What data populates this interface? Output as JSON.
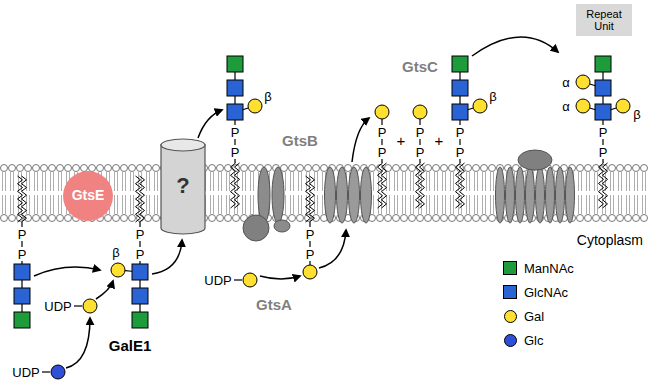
{
  "diagram": {
    "nodes": [
      {
        "text": [
          "GtsE"
        ]
      },
      {
        "text": [
          "?"
        ]
      },
      {
        "text": [
          "Repeat Unit"
        ]
      }
    ],
    "labels": [
      "GalE1",
      "UDP",
      "UDP",
      "P",
      "P",
      "P",
      "P",
      "β",
      "P",
      "P",
      "β",
      "UDP",
      "GtsA",
      "P",
      "P",
      "GtsB",
      "P",
      "P",
      "+",
      "P",
      "P",
      "+",
      "P",
      "P",
      "β",
      "GtsC",
      "α",
      "α",
      "P",
      "P",
      "β",
      "Cytoplasm"
    ],
    "legend": [
      {
        "text": "ManNAc",
        "color": "#1e9b3a"
      },
      {
        "text": "GlcNAc",
        "color": "#2a63d4"
      },
      {
        "text": "Gal",
        "color": "#ffe030"
      },
      {
        "text": "Glc",
        "color": "#2f4fd8"
      }
    ]
  }
}
